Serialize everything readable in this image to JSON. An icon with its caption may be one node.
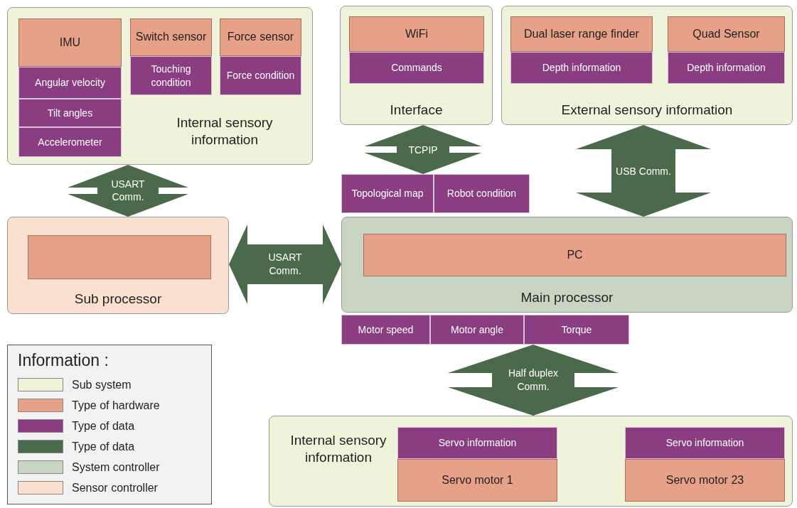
{
  "diagram": {
    "nodes": [
      {
        "text": [
          "Internal sensory information"
        ]
      },
      {
        "text": [
          "IMU"
        ],
        "in": 0
      },
      {
        "text": [
          "Angular velocity"
        ],
        "in": 0
      },
      {
        "text": [
          "Tilt angles"
        ],
        "in": 0
      },
      {
        "text": [
          "Accelerometer"
        ],
        "in": 0
      },
      {
        "text": [
          "Switch sensor"
        ],
        "in": 0
      },
      {
        "text": [
          "Touching condition"
        ],
        "in": 0
      },
      {
        "text": [
          "Force sensor"
        ],
        "in": 0
      },
      {
        "text": [
          "Force condition"
        ],
        "in": 0
      },
      {
        "text": [
          "Interface"
        ]
      },
      {
        "text": [
          "WiFi"
        ],
        "in": 9
      },
      {
        "text": [
          "Commands"
        ],
        "in": 9
      },
      {
        "text": [
          "External sensory information"
        ]
      },
      {
        "text": [
          "Dual laser range finder"
        ],
        "in": 12
      },
      {
        "text": [
          "Depth information"
        ],
        "in": 12
      },
      {
        "text": [
          "Quad Sensor"
        ],
        "in": 12
      },
      {
        "text": [
          "Depth information"
        ],
        "in": 12
      },
      {
        "text": [
          "Topological map"
        ]
      },
      {
        "text": [
          "Robot condition"
        ]
      },
      {
        "text": [
          "Sub processor"
        ]
      },
      {
        "text": [],
        "shape": "box",
        "in": 19
      },
      {
        "text": [
          "Main processor"
        ]
      },
      {
        "text": [
          "PC"
        ],
        "in": 21
      },
      {
        "text": [
          "Motor speed"
        ]
      },
      {
        "text": [
          "Motor angle"
        ]
      },
      {
        "text": [
          "Torque"
        ]
      },
      {
        "text": [
          "Internal sensory information"
        ]
      },
      {
        "text": [
          "Servo information"
        ],
        "in": 26
      },
      {
        "text": [
          "Servo motor 1"
        ],
        "in": 26
      },
      {
        "text": [
          "Servo information"
        ],
        "in": 26
      },
      {
        "text": [
          "Servo motor 23"
        ],
        "in": 26
      }
    ],
    "edges": [
      {
        "from": 0,
        "to": 19,
        "arrow": "both",
        "label": "USART Comm."
      },
      {
        "from": 19,
        "to": 21,
        "arrow": "both",
        "label": "USART Comm."
      },
      {
        "from": 9,
        "to": 17,
        "arrow": "both",
        "label": "TCPIP"
      },
      {
        "from": 12,
        "to": 21,
        "arrow": "both",
        "label": "USB Comm."
      },
      {
        "from": 25,
        "to": 26,
        "arrow": "both",
        "label": "Half duplex Comm."
      }
    ],
    "labels": [
      "Information :"
    ],
    "legend": [
      {
        "text": "Sub system",
        "color": "#eef3d9"
      },
      {
        "text": "Type of hardware",
        "color": "#e8a189"
      },
      {
        "text": "Type of data",
        "color": "#8a3d80"
      },
      {
        "text": "Type of data",
        "color": "#4b6a4b"
      },
      {
        "text": "System controller",
        "color": "#c8d5c3"
      },
      {
        "text": "Sensor controller",
        "color": "#f9e0cf"
      }
    ]
  }
}
